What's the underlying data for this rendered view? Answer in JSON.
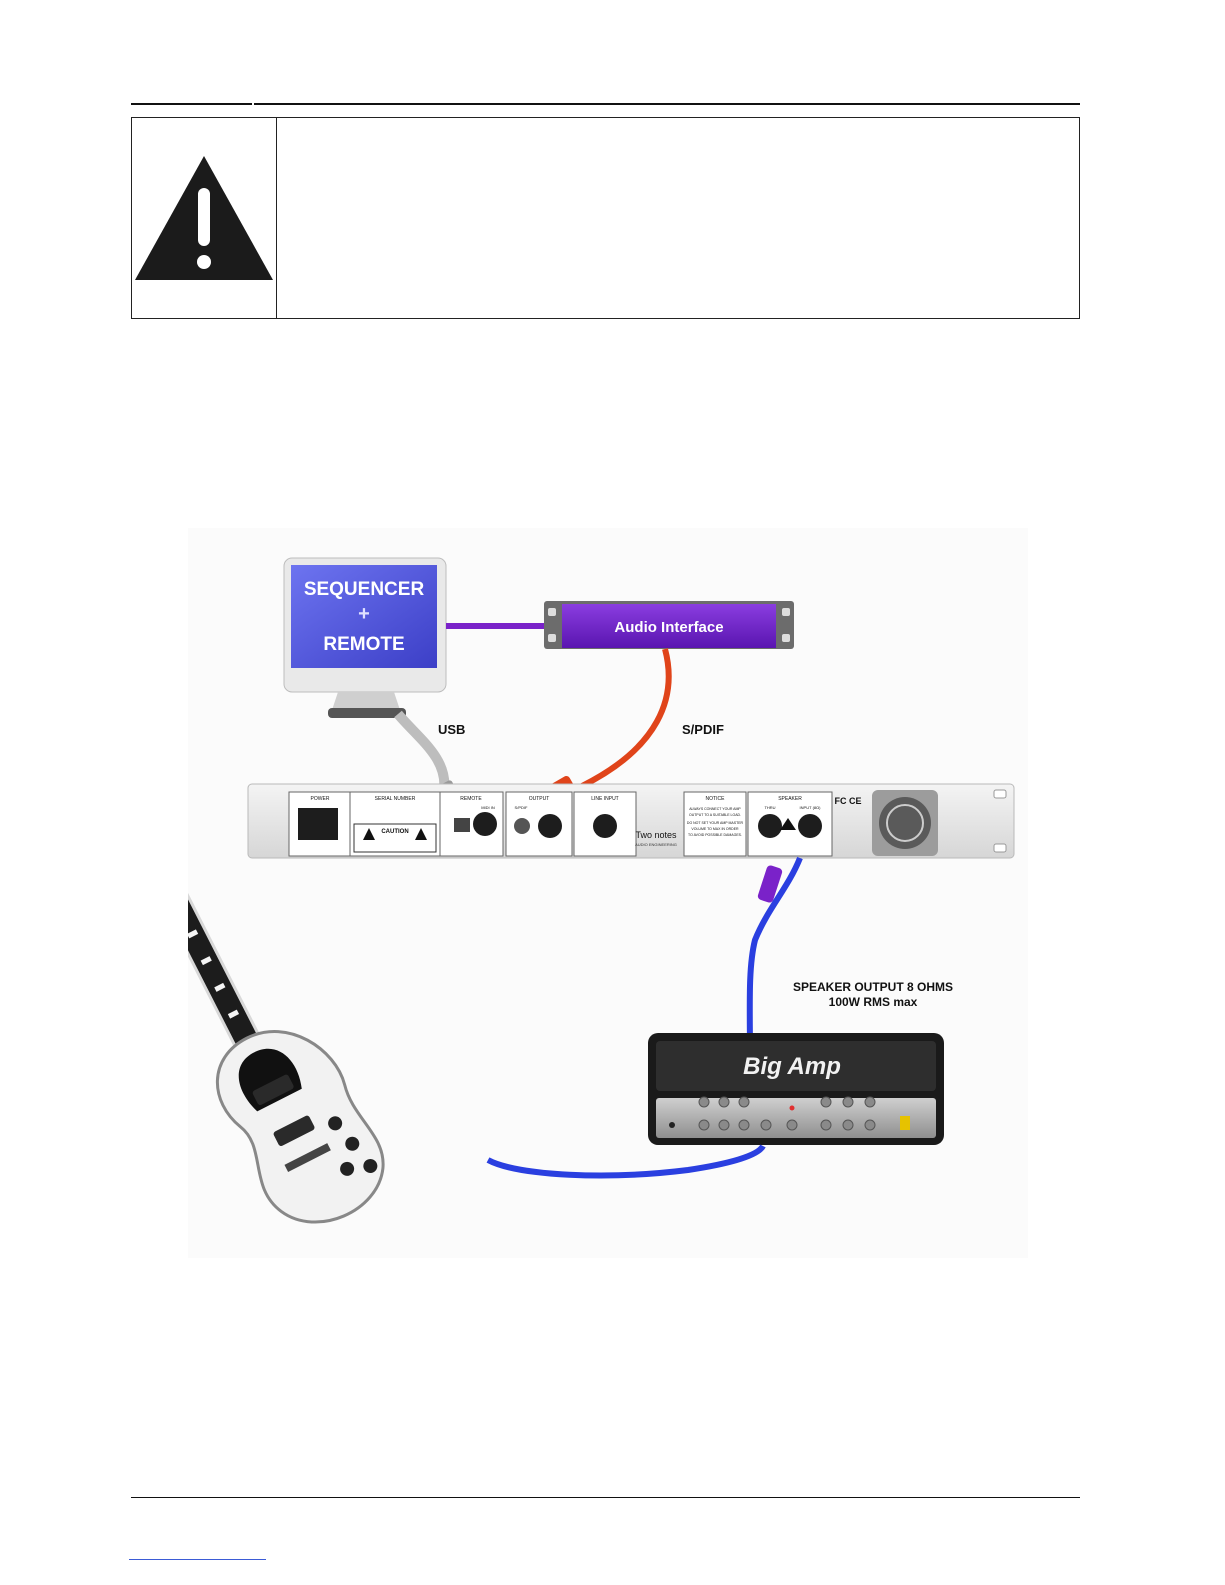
{
  "warning": {
    "icon": "warning-triangle-icon",
    "text": ""
  },
  "diagram": {
    "computer_screen_lines": [
      "SEQUENCER",
      "+",
      "REMOTE"
    ],
    "audio_interface_label": "Audio Interface",
    "usb_label": "USB",
    "spdif_label": "S/PDIF",
    "speaker_output_line1": "SPEAKER OUTPUT 8 OHMS",
    "speaker_output_line2": "100W RMS max",
    "amp_brand": "Big Amp",
    "rack_panel": {
      "power": "POWER",
      "serial_number": "SERIAL NUMBER",
      "caution": "CAUTION",
      "remote": "REMOTE",
      "midi_in": "MIDI IN",
      "output": "OUTPUT",
      "spdif_small": "S/PDIF",
      "line_input": "LINE INPUT",
      "brand": "Two notes",
      "brand_sub": "AUDIO ENGINEERING",
      "notice": "NOTICE",
      "notice_lines": [
        "ALWAYS CONNECT YOUR AMP",
        "OUTPUT TO A SUITABLE LOAD.",
        "DO NOT SET YOUR AMP MASTER",
        "VOLUME TO MAX IN ORDER",
        "TO AVOID POSSIBLE DAMAGES."
      ],
      "speaker": "SPEAKER",
      "thru": "THRU",
      "input_8ohm": "INPUT (8Ω)",
      "certs": "FC CE"
    }
  },
  "colors": {
    "purple_cable": "#7a22c9",
    "spdif_cable": "#e0441a",
    "speaker_cable": "#2a3fe0",
    "usb_cable": "#bdbdbd",
    "screen_blue": "#5b5fe0",
    "interface_purple": "#6a1fc0"
  }
}
